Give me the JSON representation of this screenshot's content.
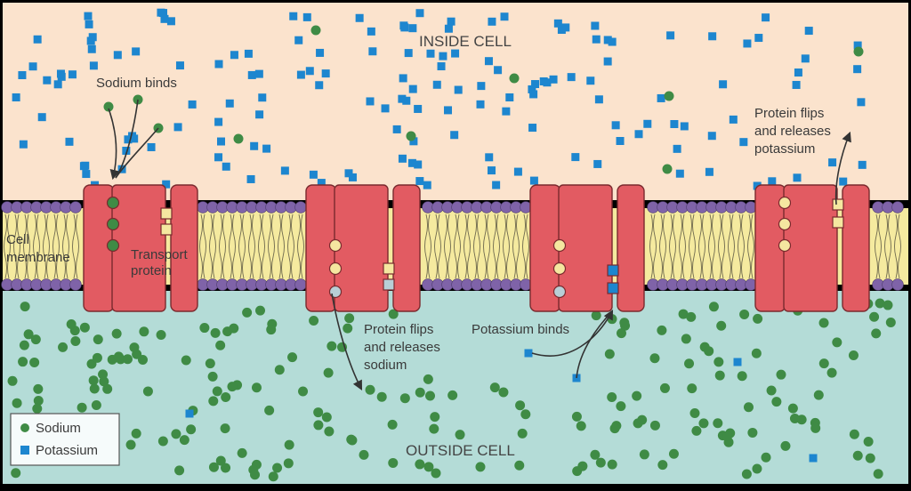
{
  "regions": {
    "inside": "INSIDE CELL",
    "outside": "OUTSIDE CELL"
  },
  "labels": {
    "cell_membrane": [
      "Cell",
      "membrane"
    ],
    "transport_protein": [
      "Transport",
      "protein"
    ],
    "sodium_binds": "Sodium binds",
    "flip_sodium": [
      "Protein flips",
      "and releases",
      "sodium"
    ],
    "potassium_binds": "Potassium binds",
    "flip_potassium": [
      "Protein flips",
      "and releases",
      "potassium"
    ]
  },
  "legend": {
    "sodium": "Sodium",
    "potassium": "Potassium"
  },
  "colors": {
    "inside_bg": "#fbe3cd",
    "outside_bg": "#b4dcd7",
    "membrane_core": "#f5ea9f",
    "lipid_head": "#7f63a8",
    "protein": "#e25b62",
    "protein_stroke": "#7a2a2e",
    "sodium": "#3f8b45",
    "potassium": "#1d86cf",
    "site_yellow": "#f5e7a0",
    "site_gray": "#b8cfd6"
  }
}
